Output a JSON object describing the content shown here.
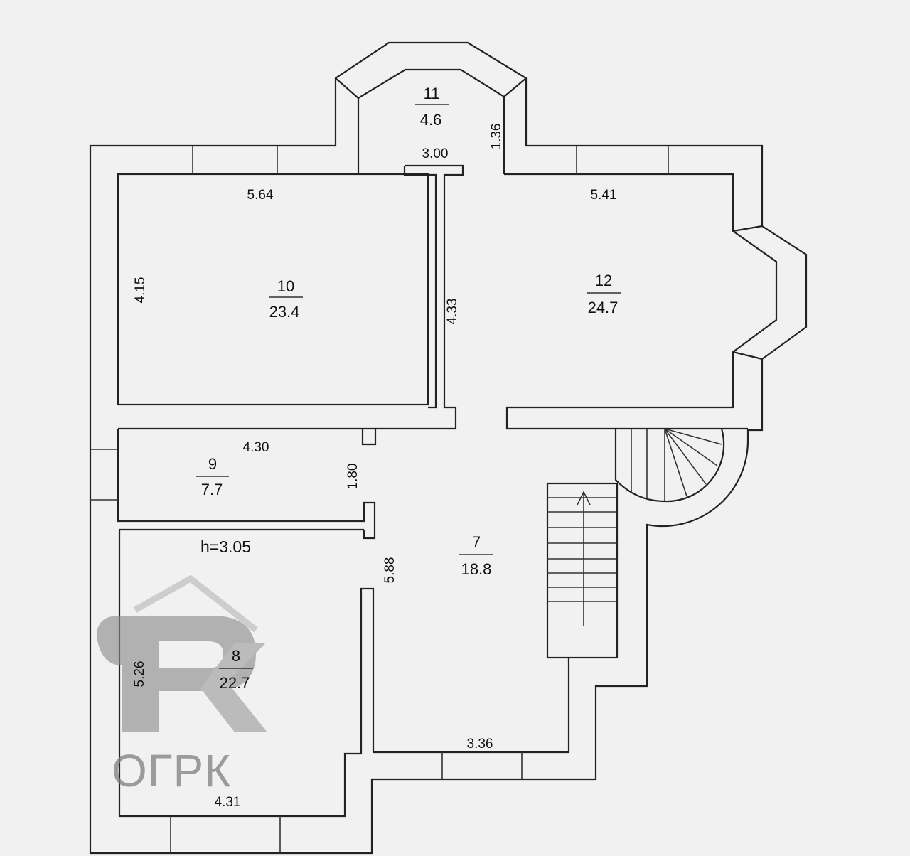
{
  "rooms": [
    {
      "number": "10",
      "area": "23.4"
    },
    {
      "number": "11",
      "area": "4.6"
    },
    {
      "number": "12",
      "area": "24.7"
    },
    {
      "number": "9",
      "area": "7.7"
    },
    {
      "number": "7",
      "area": "18.8"
    },
    {
      "number": "8",
      "area": "22.7"
    }
  ],
  "dimensions": {
    "room10_width": "5.64",
    "room10_height": "4.15",
    "corridor_wall": "4.33",
    "room11_opening": "3.00",
    "room11_depth": "1.36",
    "room12_width": "5.41",
    "room9_width": "4.30",
    "room9_height": "1.80",
    "room7_height": "5.88",
    "room7_width": "3.36",
    "room8_height": "5.26",
    "room8_width": "4.31"
  },
  "ceiling_height": "h=3.05",
  "watermark": {
    "text": "ОГРК"
  }
}
